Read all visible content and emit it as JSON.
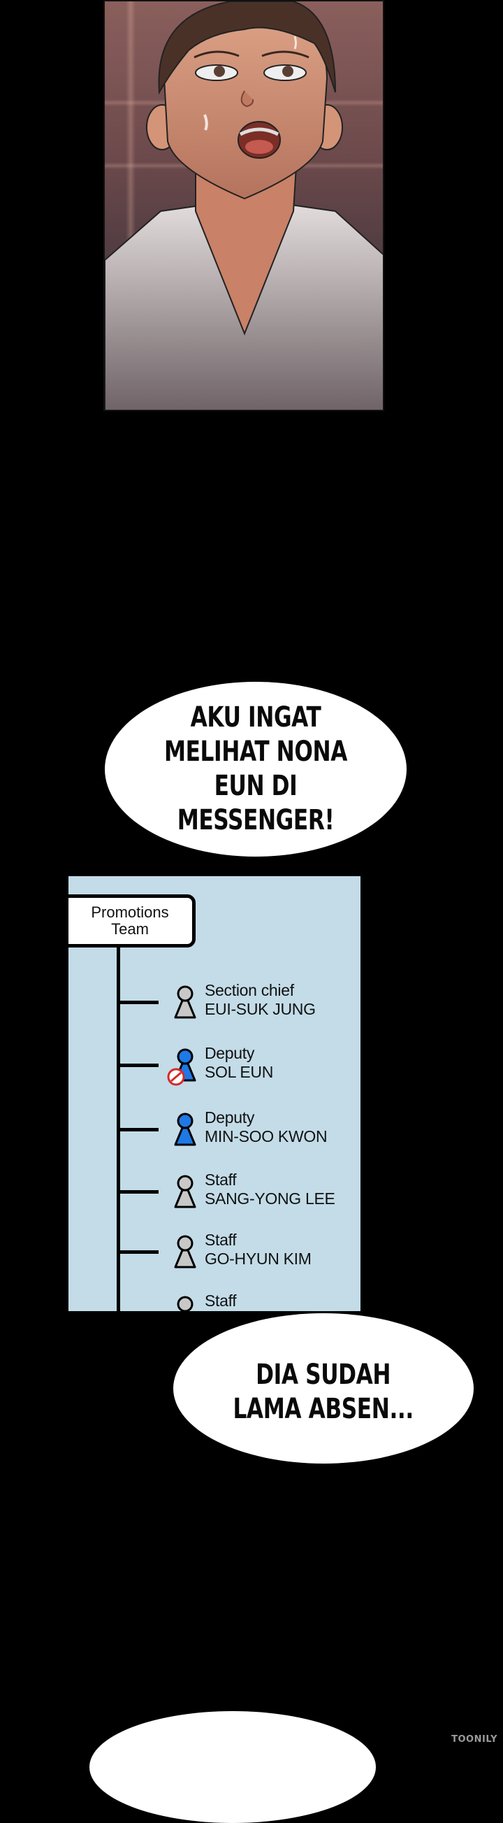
{
  "panels": {
    "face_panel": {
      "description": "Man in white collared shirt looking up, mouth open in shock, sweat drops",
      "colors": {
        "background_top": "#8a5f5c",
        "background_bottom": "#3f3137",
        "skin": "#d89a7e",
        "hair": "#4a3128",
        "shirt": "#d9d3d3"
      }
    },
    "bubble_1": {
      "text": "AKU INGAT MELIHAT NONA\nEUN DI MESSENGER!"
    },
    "org_chart": {
      "team_label_line1": "Promotions",
      "team_label_line2": "Team",
      "background_color": "#c3dce8",
      "members": [
        {
          "role": "Section chief",
          "name": "EUI-SUK JUNG",
          "status": "offline",
          "icon_color": "#c8c8c8",
          "blocked": false
        },
        {
          "role": "Deputy",
          "name": "SOL EUN",
          "status": "online",
          "icon_color": "#1e78e6",
          "blocked": true
        },
        {
          "role": "Deputy",
          "name": "MIN-SOO KWON",
          "status": "online",
          "icon_color": "#1e78e6",
          "blocked": false
        },
        {
          "role": "Staff",
          "name": "SANG-YONG LEE",
          "status": "offline",
          "icon_color": "#c8c8c8",
          "blocked": false
        },
        {
          "role": "Staff",
          "name": "GO-HYUN KIM",
          "status": "offline",
          "icon_color": "#c8c8c8",
          "blocked": false
        },
        {
          "role": "Staff",
          "name": "",
          "status": "offline",
          "icon_color": "#c8c8c8",
          "blocked": false
        }
      ]
    },
    "bubble_2": {
      "text": "DIA SUDAH\nLAMA ABSEN..."
    },
    "bubble_3": {
      "text": ""
    }
  },
  "watermark": "TOONILY"
}
